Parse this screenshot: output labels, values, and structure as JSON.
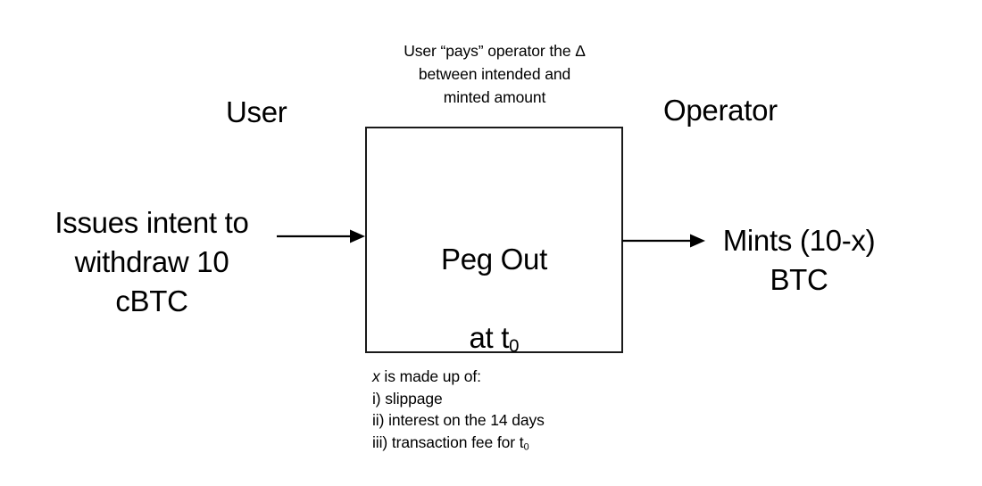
{
  "diagram": {
    "title_caption": "User “pays” operator the Δ\nbetween intended and\nminted amount",
    "roles": {
      "left": "User",
      "right": "Operator"
    },
    "left_action": "Issues intent to\nwithdraw 10\ncBTC",
    "right_action": "Mints (10-x)\nBTC",
    "process_box": {
      "line1": "Peg Out",
      "line2_prefix": "at t",
      "line2_subscript": "0"
    },
    "footnote": {
      "heading_var": "x",
      "heading_rest": " is made up of:",
      "items": [
        {
          "text": "i) slippage"
        },
        {
          "text": "ii) interest on the 14 days"
        },
        {
          "text_prefix": "iii) transaction fee for t",
          "subscript": "0"
        }
      ]
    },
    "arrows": [
      {
        "name": "user-to-pegout",
        "direction": "right"
      },
      {
        "name": "pegout-to-operator",
        "direction": "right"
      }
    ],
    "colors": {
      "background": "#ffffff",
      "ink": "#000000",
      "box_border": "#1a1a1a"
    }
  }
}
